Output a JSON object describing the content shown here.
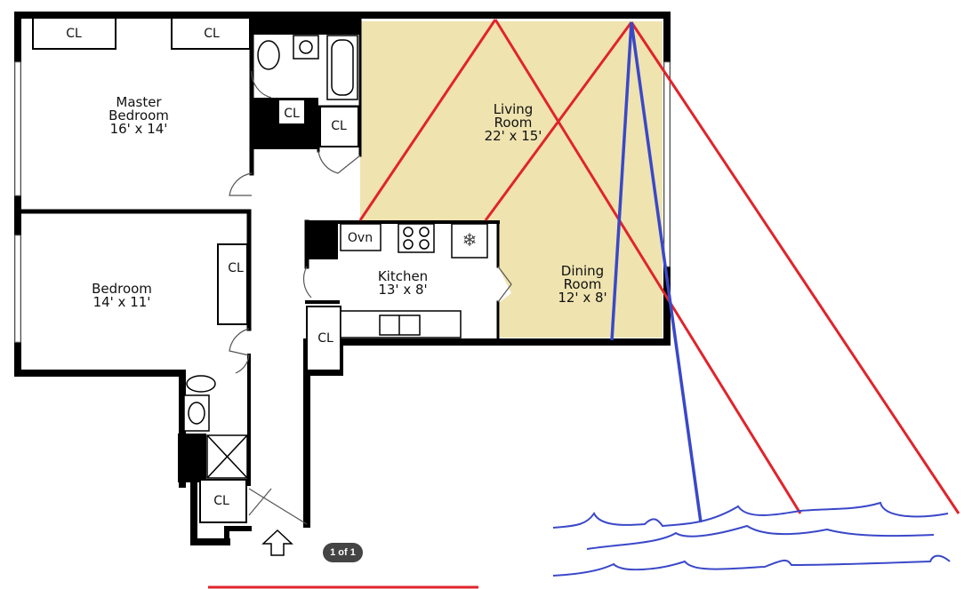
{
  "rooms": {
    "master_bedroom": {
      "name_line1": "Master",
      "name_line2": "Bedroom",
      "size": "16' x 14'"
    },
    "bedroom": {
      "name": "Bedroom",
      "size": "14' x 11'"
    },
    "living_room": {
      "name_line1": "Living",
      "name_line2": "Room",
      "size": "22' x 15'"
    },
    "kitchen": {
      "name": "Kitchen",
      "size": "13' x 8'"
    },
    "dining_room": {
      "name_line1": "Dining",
      "name_line2": "Room",
      "size": "12' x 8'"
    }
  },
  "closet_label": "CL",
  "oven_label": "Ovn",
  "page_indicator": "1 of 1",
  "colors": {
    "wall": "#000000",
    "highlight": "#EFE3B0",
    "red_line": "#E0242B",
    "blue_line": "#3A48C8"
  }
}
